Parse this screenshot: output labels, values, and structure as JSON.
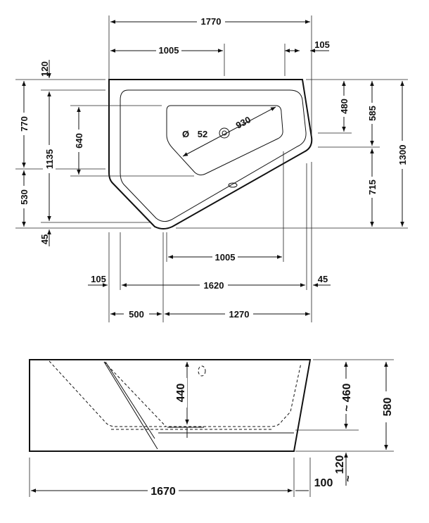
{
  "plan_view": {
    "width_total": "1770",
    "width_left_part": "1005",
    "offset_right": "105",
    "top_offset": "120",
    "left_upper_height": "770",
    "left_lower_height": "530",
    "bottom_offset": "45",
    "inner_height_left": "1135",
    "basin_height": "640",
    "right_upper": "480",
    "right_mid": "585",
    "right_lower": "715",
    "height_total": "1300",
    "inner_bottom_width": "1005",
    "left_margin_bottom": "105",
    "inner_width": "1620",
    "right_margin_bottom": "45",
    "bottom_left_segment": "500",
    "bottom_right_segment": "1270",
    "drain_diameter": "52",
    "drain_symbol": "Ø",
    "diagonal_length": "930"
  },
  "side_view": {
    "inner_depth": "440",
    "water_depth": "460",
    "water_depth_prefix": "~",
    "total_height": "580",
    "length": "1670",
    "foot_height": "120",
    "foot_height_prefix": "~",
    "foot_width": "100"
  }
}
